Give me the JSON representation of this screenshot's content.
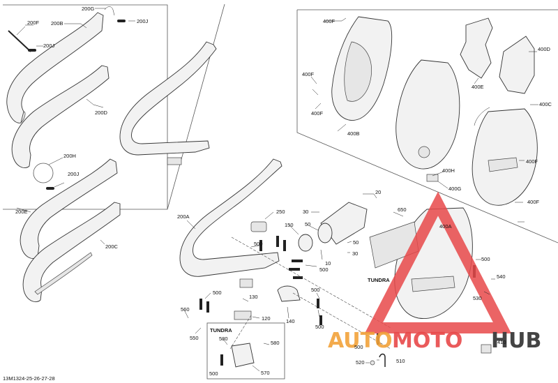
{
  "diagram_code": "13M1324-25-26-27-28",
  "watermark": {
    "word_left": "AUTO",
    "word_mid": "MOTO",
    "word_right": "HUB",
    "color_red": "#e8494a",
    "color_orange": "#f2a23a",
    "color_dark": "#3b3b3b"
  },
  "labels": {
    "l200G": "200G",
    "l200J_a": "200J",
    "l200F": "200F",
    "l200B": "200B",
    "l200J_b": "200J",
    "l200D": "200D",
    "l200H": "200H",
    "l200J_c": "200J",
    "l200E": "200E",
    "l200C": "200C",
    "l200A": "200A",
    "l400F_a": "400F",
    "l400F_b": "400F",
    "l400F_c": "400F",
    "l400B": "400B",
    "l400E": "400E",
    "l400D": "400D",
    "l400C": "400C",
    "l400H": "400H",
    "l400G": "400G",
    "l400F_d": "400F",
    "l400F_e": "400F",
    "l400A": "400A",
    "l20": "20",
    "l30_a": "30",
    "l50_a": "50",
    "l250": "250",
    "l150": "150",
    "l10": "10",
    "l50_b": "50",
    "l30_b": "30",
    "l500_a": "500",
    "l500_b": "500",
    "l650": "650",
    "tundra_a": "TUNDRA",
    "l500_c": "500",
    "l540": "540",
    "l530": "530",
    "l500_d": "500",
    "l130": "130",
    "l120": "120",
    "l140": "140",
    "l500_e": "500",
    "l500_f": "500",
    "l560": "560",
    "l550": "550",
    "tundra_b": "TUNDRA",
    "l580_a": "580",
    "l580_b": "580",
    "l570": "570",
    "l500_g": "500",
    "l500_h": "500",
    "l510": "510",
    "l520": "520",
    "l410": "410"
  }
}
